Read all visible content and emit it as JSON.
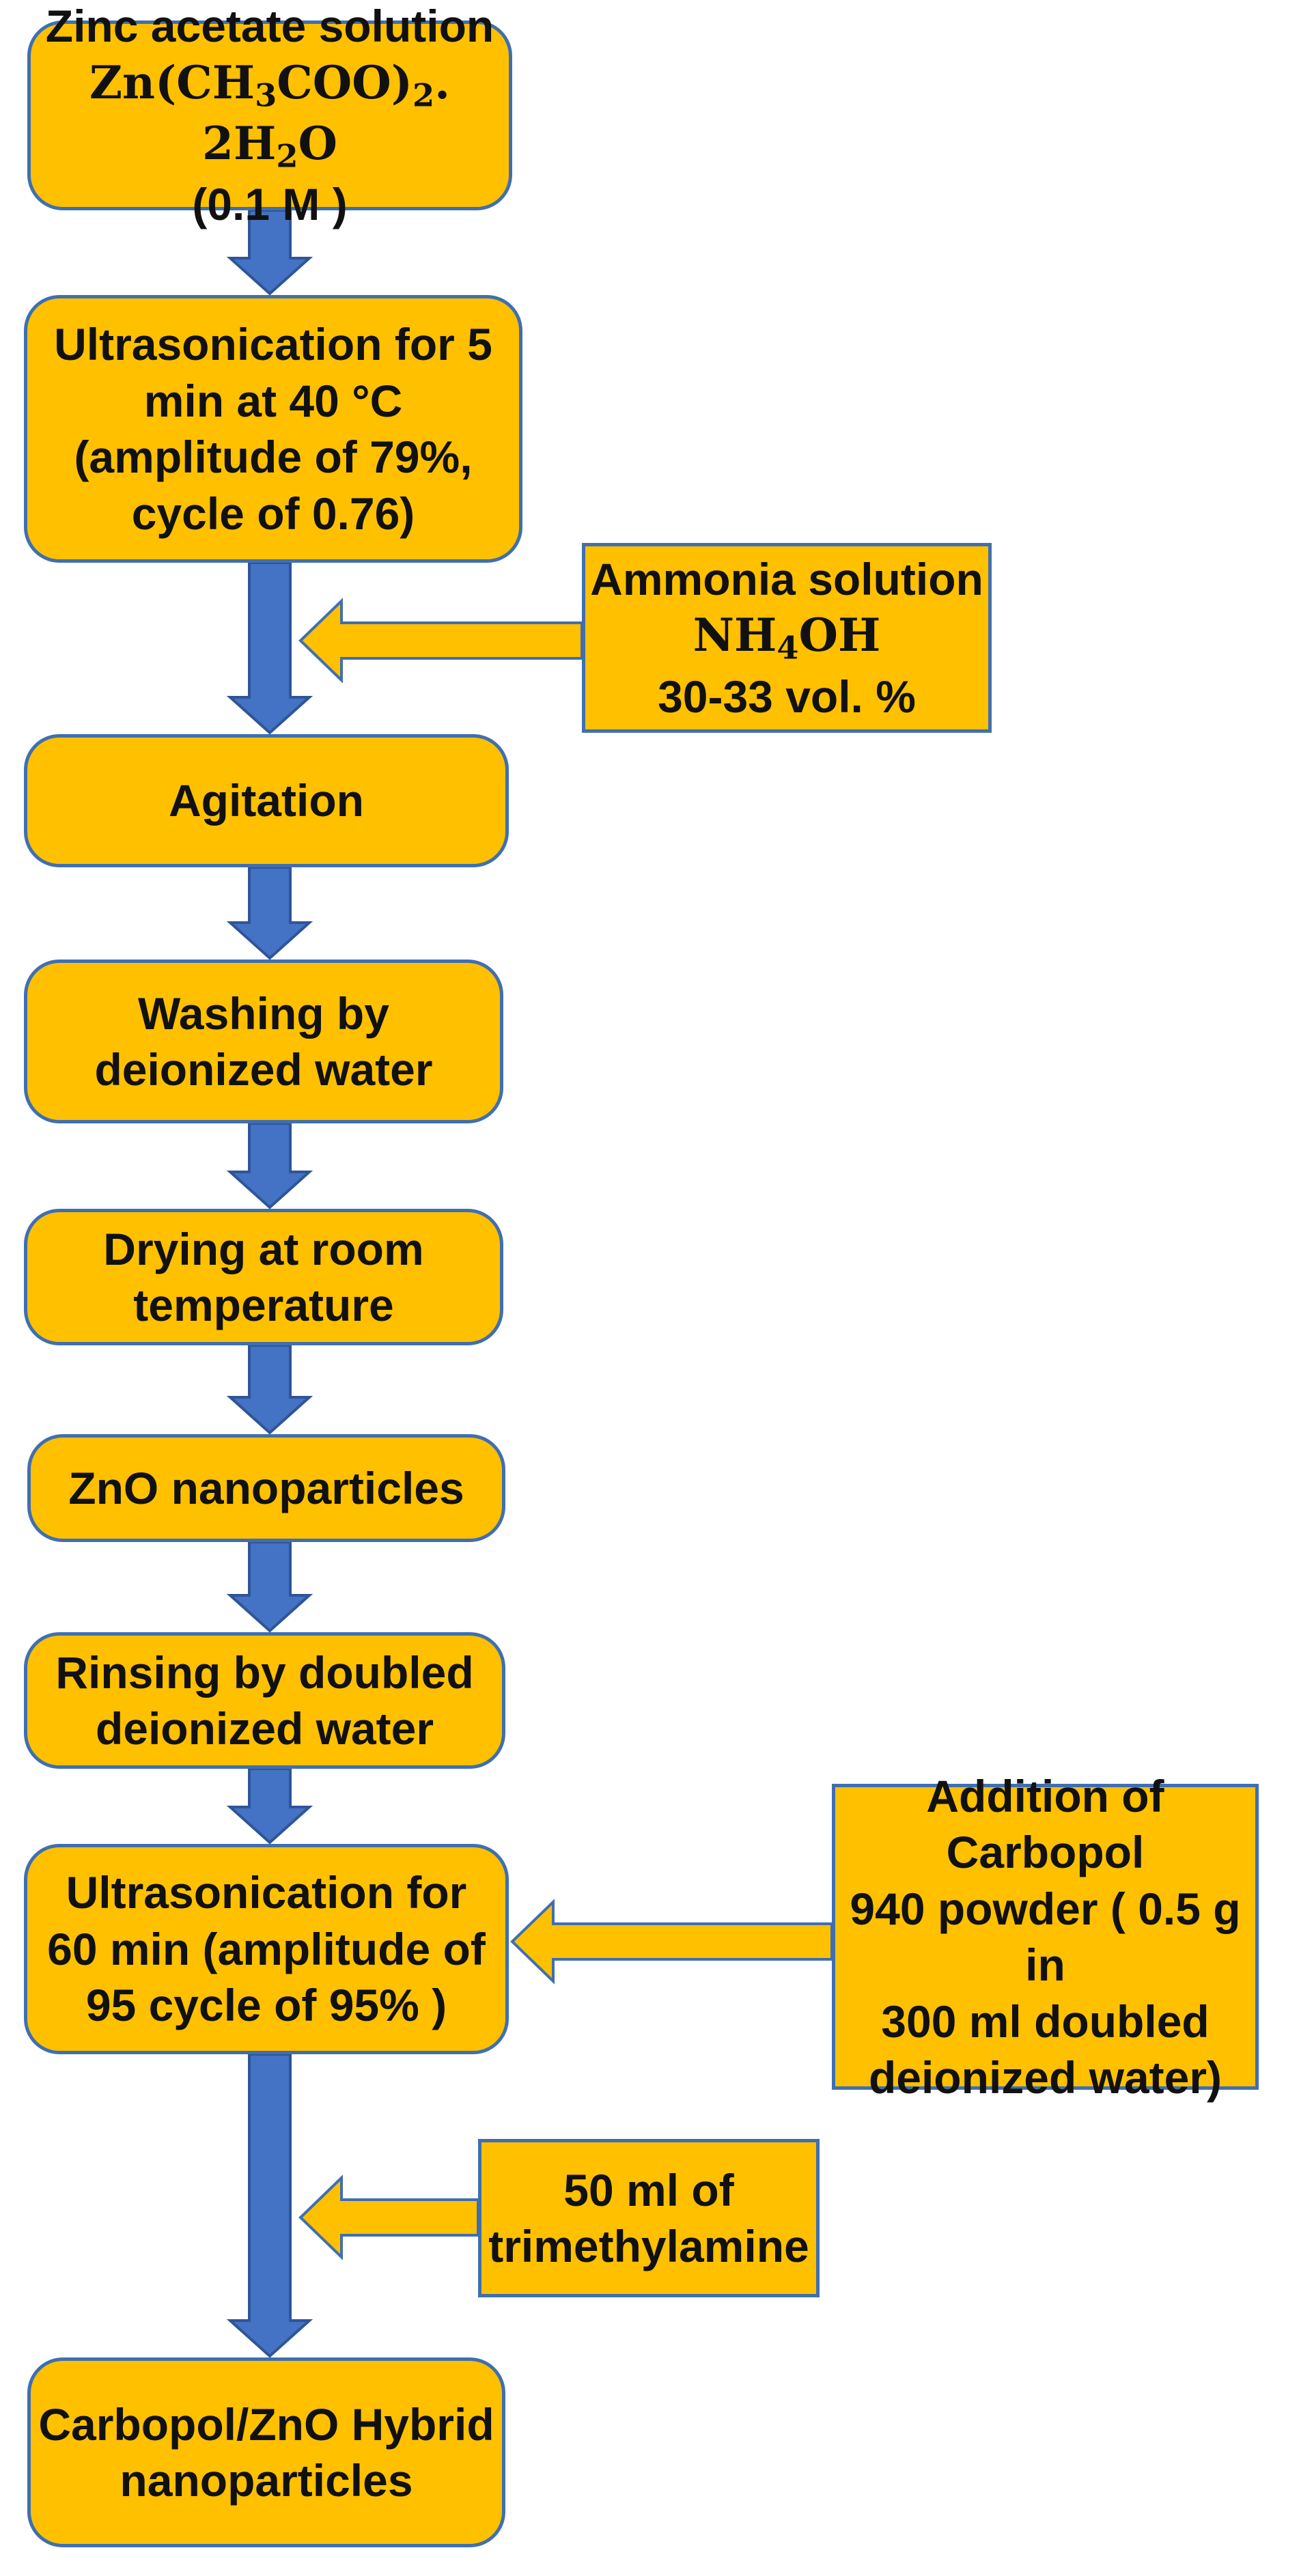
{
  "colors": {
    "box_fill": "#ffc000",
    "box_border": "#3f6fb0",
    "arrow_blue": "#4472c4",
    "arrow_blue_edge": "#2f5597",
    "side_arrow_fill": "#ffc000",
    "side_arrow_edge": "#3f6fb0"
  },
  "steps": {
    "zinc": {
      "line1": "Zinc acetate solution",
      "formula": {
        "a": "Zn(CH",
        "b": "3",
        "c": "COO)",
        "d": "2",
        "e": ". 2H",
        "f": "2",
        "g": "O"
      },
      "line3": "(0.1 M )"
    },
    "ultra1": {
      "lines": [
        "Ultrasonication for 5",
        "min at 40 °C",
        "(amplitude of 79%,",
        "cycle of 0.76)"
      ]
    },
    "agitation": {
      "line1": "Agitation"
    },
    "washing": {
      "lines": [
        "Washing by",
        "deionized water"
      ]
    },
    "drying": {
      "lines": [
        "Drying at room",
        "temperature"
      ]
    },
    "zno": {
      "line1": "ZnO nanoparticles"
    },
    "rinsing": {
      "lines": [
        "Rinsing by doubled",
        "deionized water"
      ]
    },
    "ultra2": {
      "lines": [
        "Ultrasonication for",
        "60 min (amplitude of",
        "95 cycle of 95% )"
      ]
    },
    "hybrid": {
      "lines": [
        "Carbopol/ZnO Hybrid",
        "nanoparticles"
      ]
    }
  },
  "inputs": {
    "ammonia": {
      "line1": "Ammonia solution",
      "formula": {
        "a": "NH",
        "b": "4",
        "c": "OH"
      },
      "line3": "30-33 vol. %"
    },
    "carbopol": {
      "lines": [
        "Addition of Carbopol",
        "940 powder ( 0.5 g in",
        "300 ml doubled",
        "deionized water)"
      ]
    },
    "trimethylamine": {
      "lines": [
        "50 ml of",
        "trimethylamine"
      ]
    }
  }
}
